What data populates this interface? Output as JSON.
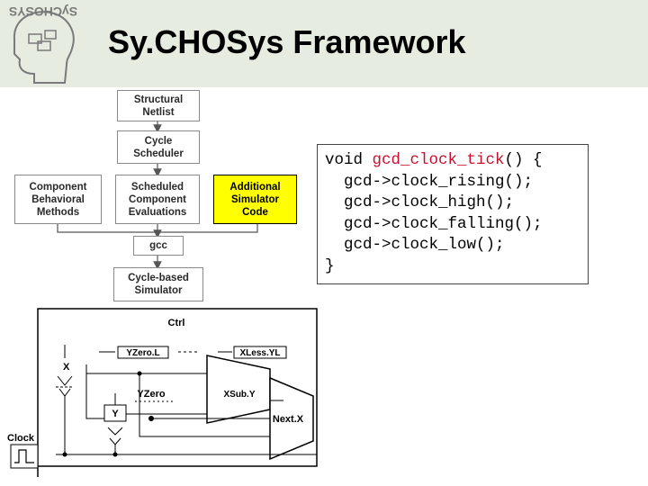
{
  "header": {
    "title": "Sy.CHOSys Framework",
    "logo_text": "SyCHOSYS",
    "band_color": "#e6ece0"
  },
  "flow": {
    "structural_netlist": "Structural\nNetlist",
    "cycle_scheduler": "Cycle\nScheduler",
    "component_behavioral_methods": "Component\nBehavioral\nMethods",
    "scheduled_component_evaluations": "Scheduled\nComponent\nEvaluations",
    "additional_simulator_code": "Additional\nSimulator\nCode",
    "gcc": "gcc",
    "cycle_based_simulator": "Cycle-based\nSimulator",
    "highlight_color": "#ffff00"
  },
  "code": {
    "line1_prefix": "void ",
    "line1_name": "gcd_clock_tick",
    "line1_suffix": "() {",
    "line2": "  gcd->clock_rising();",
    "line3": "  gcd->clock_high();",
    "line4": "  gcd->clock_falling();",
    "line5": "  gcd->clock_low();",
    "line6": "}",
    "highlight_color": "#c8102e"
  },
  "circuit": {
    "ctrl": "Ctrl",
    "yzerol": "YZero.L",
    "xlessyl": "XLess.YL",
    "x": "X",
    "yzero": "YZero",
    "xsuby": "XSub.Y",
    "y": "Y",
    "nextx": "Next.X",
    "clock": "Clock"
  }
}
